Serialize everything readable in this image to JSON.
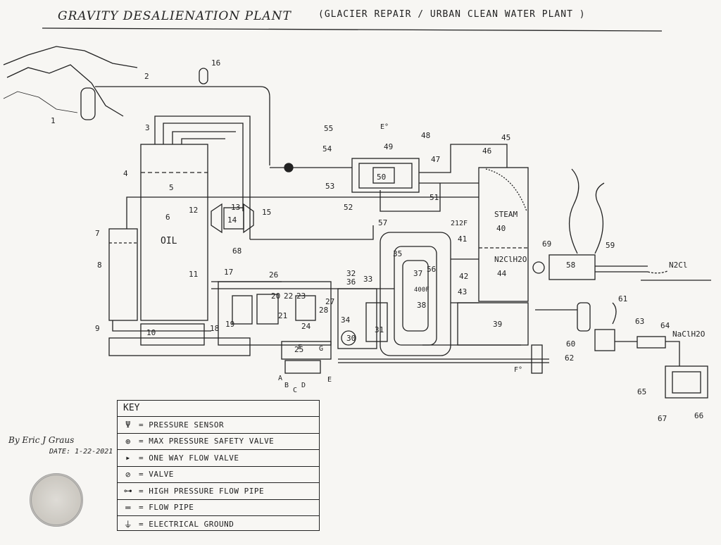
{
  "title": "GRAVITY DESALIENATION PLANT",
  "subtitle": "(GLACIER REPAIR / URBAN CLEAN WATER PLANT )",
  "components": {
    "oil": "OIL",
    "steam": "STEAM",
    "brine": "N2ClH2O",
    "salt": "N2Cl",
    "feed": "NaClH2O",
    "temp_hot": "400F",
    "temp_212": "212F"
  },
  "numbers": [
    "1",
    "2",
    "3",
    "4",
    "5",
    "6",
    "7",
    "8",
    "9",
    "10",
    "11",
    "12",
    "13",
    "14",
    "15",
    "16",
    "17",
    "18",
    "19",
    "20",
    "21",
    "22",
    "23",
    "24",
    "25",
    "26",
    "27",
    "28",
    "30",
    "31",
    "32",
    "33",
    "34",
    "35",
    "36",
    "37",
    "38",
    "39",
    "40",
    "41",
    "42",
    "43",
    "44",
    "45",
    "46",
    "47",
    "48",
    "49",
    "50",
    "51",
    "52",
    "53",
    "54",
    "55",
    "56",
    "57",
    "58",
    "59",
    "60",
    "61",
    "62",
    "63",
    "64",
    "65",
    "66",
    "67",
    "68",
    "69"
  ],
  "letters": [
    "A",
    "B",
    "C",
    "D",
    "E",
    "F",
    "G",
    "E°",
    "F°"
  ],
  "key": {
    "heading": "KEY",
    "rows": [
      {
        "symbol": "Ψ",
        "label": "= PRESSURE SENSOR"
      },
      {
        "symbol": "⊕",
        "label": "= MAX PRESSURE SAFETY VALVE"
      },
      {
        "symbol": "▸",
        "label": "= ONE WAY FLOW VALVE"
      },
      {
        "symbol": "⊘",
        "label": "= VALVE"
      },
      {
        "symbol": "⊶",
        "label": "= HIGH PRESSURE FLOW PIPE"
      },
      {
        "symbol": "═",
        "label": "= FLOW PIPE"
      },
      {
        "symbol": "⏚",
        "label": "= ELECTRICAL GROUND"
      }
    ]
  },
  "signature": {
    "author": "By Eric J Graus",
    "date": "DATE: 1-22-2021"
  }
}
